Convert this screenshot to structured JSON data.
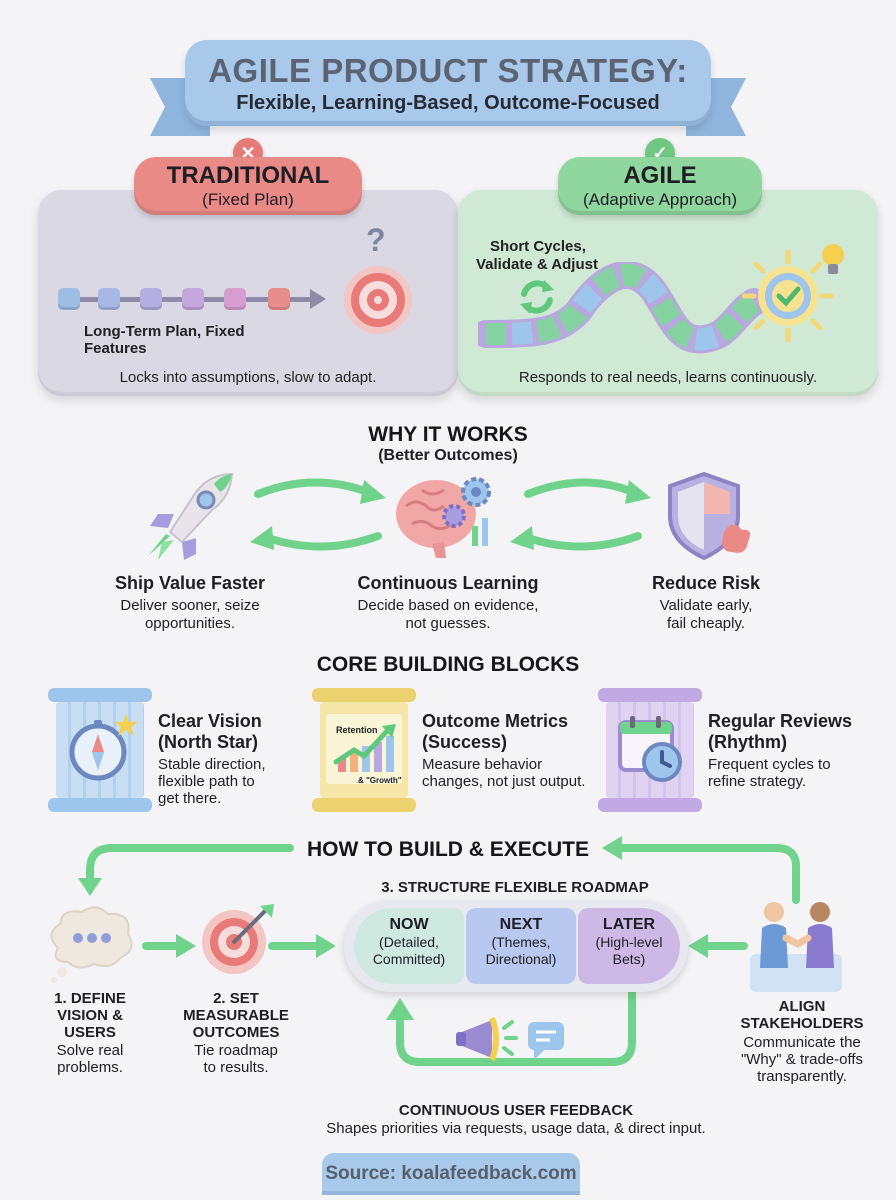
{
  "header": {
    "title": "AGILE PRODUCT STRATEGY:",
    "subtitle": "Flexible, Learning-Based, Outcome-Focused"
  },
  "comparison": {
    "traditional": {
      "badge_icon": "x-icon",
      "title": "TRADITIONAL",
      "subtitle": "(Fixed Plan)",
      "diagram_label": "Long-Term Plan, Fixed Features",
      "question_mark": "?",
      "summary": "Locks into assumptions, slow to adapt.",
      "color": "#ea8a86"
    },
    "agile": {
      "badge_icon": "check-icon",
      "title": "AGILE",
      "subtitle": "(Adaptive Approach)",
      "diagram_label_line1": "Short Cycles,",
      "diagram_label_line2": "Validate & Adjust",
      "summary": "Responds to real needs, learns continuously.",
      "color": "#8fd79f"
    }
  },
  "why_it_works": {
    "title": "WHY IT WORKS",
    "subtitle": "(Better Outcomes)",
    "items": [
      {
        "icon": "rocket-icon",
        "title": "Ship Value Faster",
        "desc_line1": "Deliver sooner, seize",
        "desc_line2": "opportunities."
      },
      {
        "icon": "brain-icon",
        "title": "Continuous Learning",
        "desc_line1": "Decide based on evidence,",
        "desc_line2": "not guesses."
      },
      {
        "icon": "shield-icon",
        "title": "Reduce Risk",
        "desc_line1": "Validate early,",
        "desc_line2": "fail cheaply."
      }
    ]
  },
  "building_blocks": {
    "title": "CORE BUILDING BLOCKS",
    "items": [
      {
        "icon": "compass-icon",
        "title_line1": "Clear Vision",
        "title_line2": "(North Star)",
        "desc_line1": "Stable direction,",
        "desc_line2": "flexible path to",
        "desc_line3": "get there."
      },
      {
        "icon": "growth-chart-icon",
        "chart_label_top": "Retention",
        "chart_label_bottom": "& \"Growth\"",
        "title_line1": "Outcome Metrics",
        "title_line2": "(Success)",
        "desc_line1": "Measure behavior",
        "desc_line2": "changes, not just output."
      },
      {
        "icon": "calendar-clock-icon",
        "title_line1": "Regular Reviews",
        "title_line2": "(Rhythm)",
        "desc_line1": "Frequent cycles to",
        "desc_line2": "refine strategy."
      }
    ]
  },
  "execution": {
    "title": "HOW TO BUILD & EXECUTE",
    "step1": {
      "icon": "thought-bubble-icon",
      "title_line1": "1. DEFINE",
      "title_line2": "VISION &",
      "title_line3": "USERS",
      "desc_line1": "Solve real",
      "desc_line2": "problems."
    },
    "step2": {
      "icon": "target-icon",
      "title_line1": "2. SET",
      "title_line2": "MEASURABLE",
      "title_line3": "OUTCOMES",
      "desc_line1": "Tie roadmap",
      "desc_line2": "to results."
    },
    "step3": {
      "title": "3. STRUCTURE FLEXIBLE ROADMAP",
      "segments": [
        {
          "title": "NOW",
          "desc_line1": "(Detailed,",
          "desc_line2": "Committed)",
          "color": "#cde9e0"
        },
        {
          "title": "NEXT",
          "desc_line1": "(Themes,",
          "desc_line2": "Directional)",
          "color": "#b8c8ee"
        },
        {
          "title": "LATER",
          "desc_line1": "(High-level",
          "desc_line2": "Bets)",
          "color": "#cdb9e6"
        }
      ]
    },
    "align": {
      "icon": "handshake-icon",
      "title_line1": "ALIGN",
      "title_line2": "STAKEHOLDERS",
      "desc_line1": "Communicate the",
      "desc_line2": "\"Why\" & trade-offs",
      "desc_line3": "transparently."
    },
    "feedback": {
      "icon": "megaphone-icon",
      "title": "CONTINUOUS USER FEEDBACK",
      "desc": "Shapes priorities via requests, usage data, & direct input."
    }
  },
  "footer": {
    "source": "Source: koalafeedback.com"
  },
  "colors": {
    "arrow_green": "#6fd38c",
    "banner_blue": "#a9c9ea"
  }
}
